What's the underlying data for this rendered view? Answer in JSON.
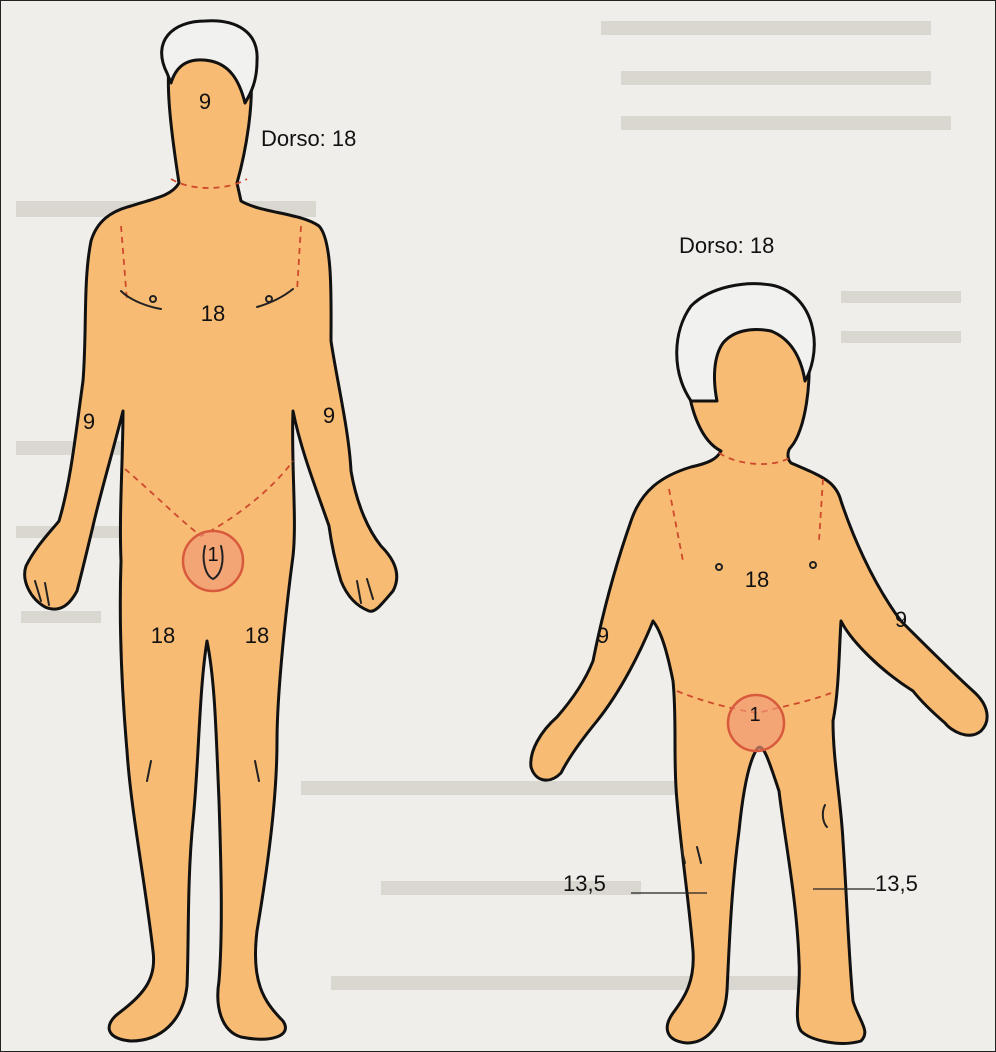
{
  "adult": {
    "head": "9",
    "dorso": "Dorso: 18",
    "chest": "18",
    "arm_left": "9",
    "arm_right": "9",
    "genital": "1",
    "leg_left": "18",
    "leg_right": "18"
  },
  "child": {
    "dorso": "Dorso: 18",
    "chest": "18",
    "arm_left": "9",
    "arm_right": "9",
    "genital": "1",
    "leg_left": "13,5",
    "leg_right": "13,5"
  },
  "colors": {
    "skin": "#f7bb73",
    "hair": "#f1f1ef",
    "seam": "#cf4a2c",
    "genital_circle": "#f29a78"
  }
}
